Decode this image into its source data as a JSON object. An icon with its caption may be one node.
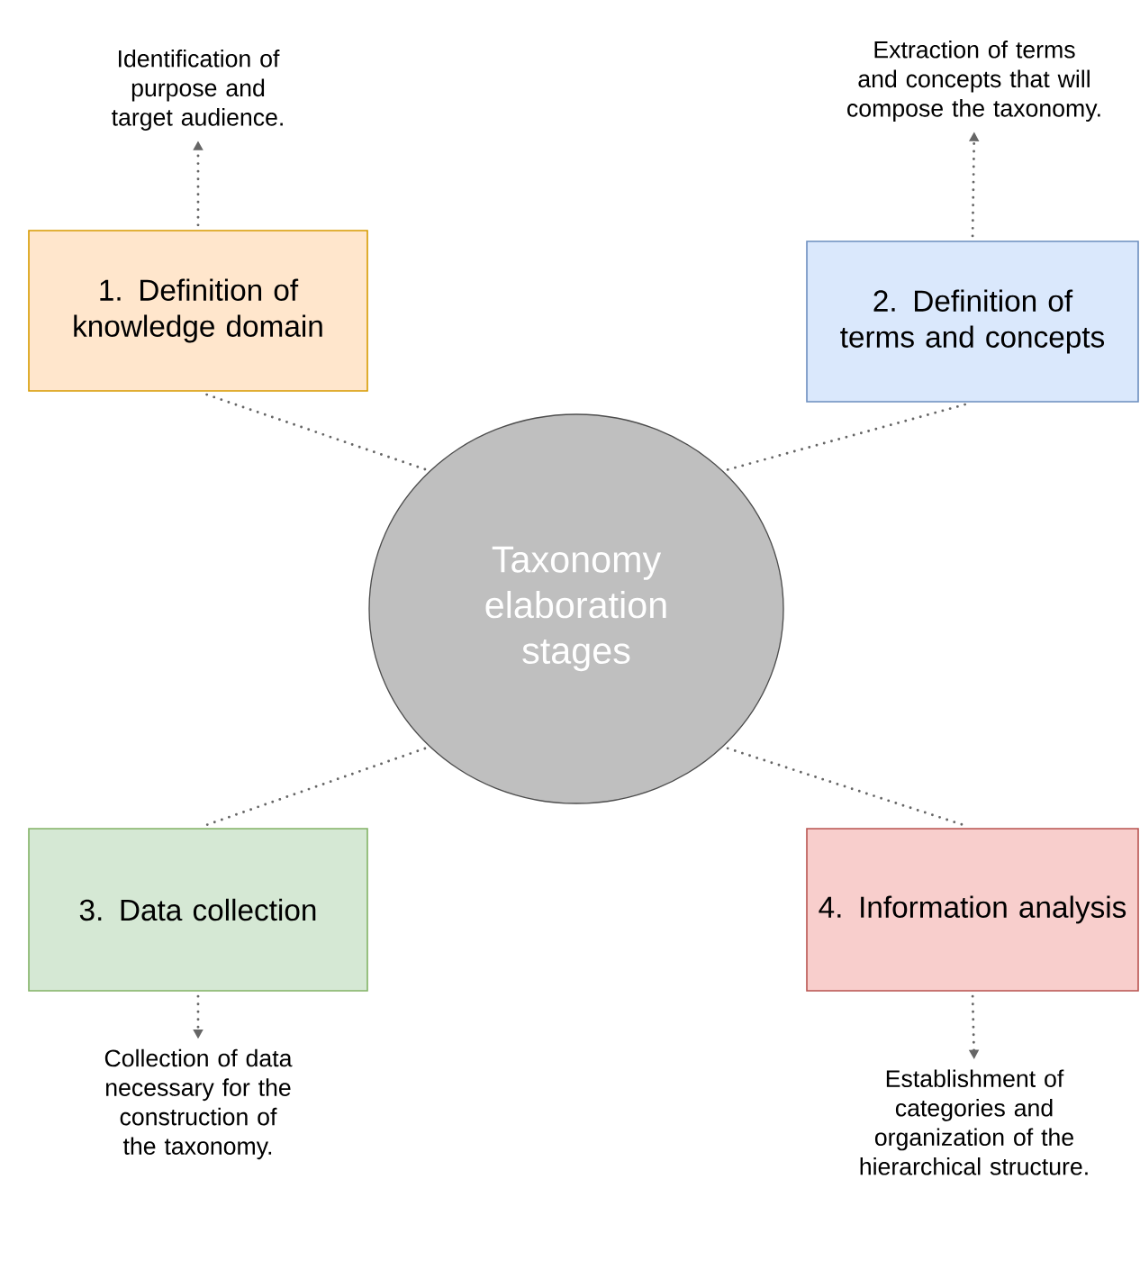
{
  "diagram": {
    "nodes": [
      {
        "text": [
          "Identification of purpose and target audience."
        ]
      },
      {
        "text": [
          "Extraction of terms and concepts that will compose the taxonomy."
        ]
      },
      {
        "text": [
          "1. Definition of knowledge domain"
        ]
      },
      {
        "text": [
          "2. Definition of terms and concepts"
        ]
      },
      {
        "text": [
          "Taxonomy elaboration stages"
        ]
      },
      {
        "text": [
          "3. Data collection"
        ]
      },
      {
        "text": [
          "4. Information analysis"
        ]
      },
      {
        "text": [
          "Collection of data necessary for the construction of the taxonomy."
        ]
      },
      {
        "text": [
          "Establishment of categories and organization of the hierarchical structure."
        ]
      }
    ],
    "edges": [
      {
        "from": 4,
        "to": 2,
        "arrow": "none"
      },
      {
        "from": 4,
        "to": 3,
        "arrow": "none"
      },
      {
        "from": 4,
        "to": 5,
        "arrow": "none"
      },
      {
        "from": 4,
        "to": 6,
        "arrow": "none"
      },
      {
        "from": 2,
        "to": 0,
        "arrow": "to"
      },
      {
        "from": 3,
        "to": 1,
        "arrow": "to"
      },
      {
        "from": 5,
        "to": 7,
        "arrow": "to"
      },
      {
        "from": 6,
        "to": 8,
        "arrow": "to"
      }
    ]
  }
}
